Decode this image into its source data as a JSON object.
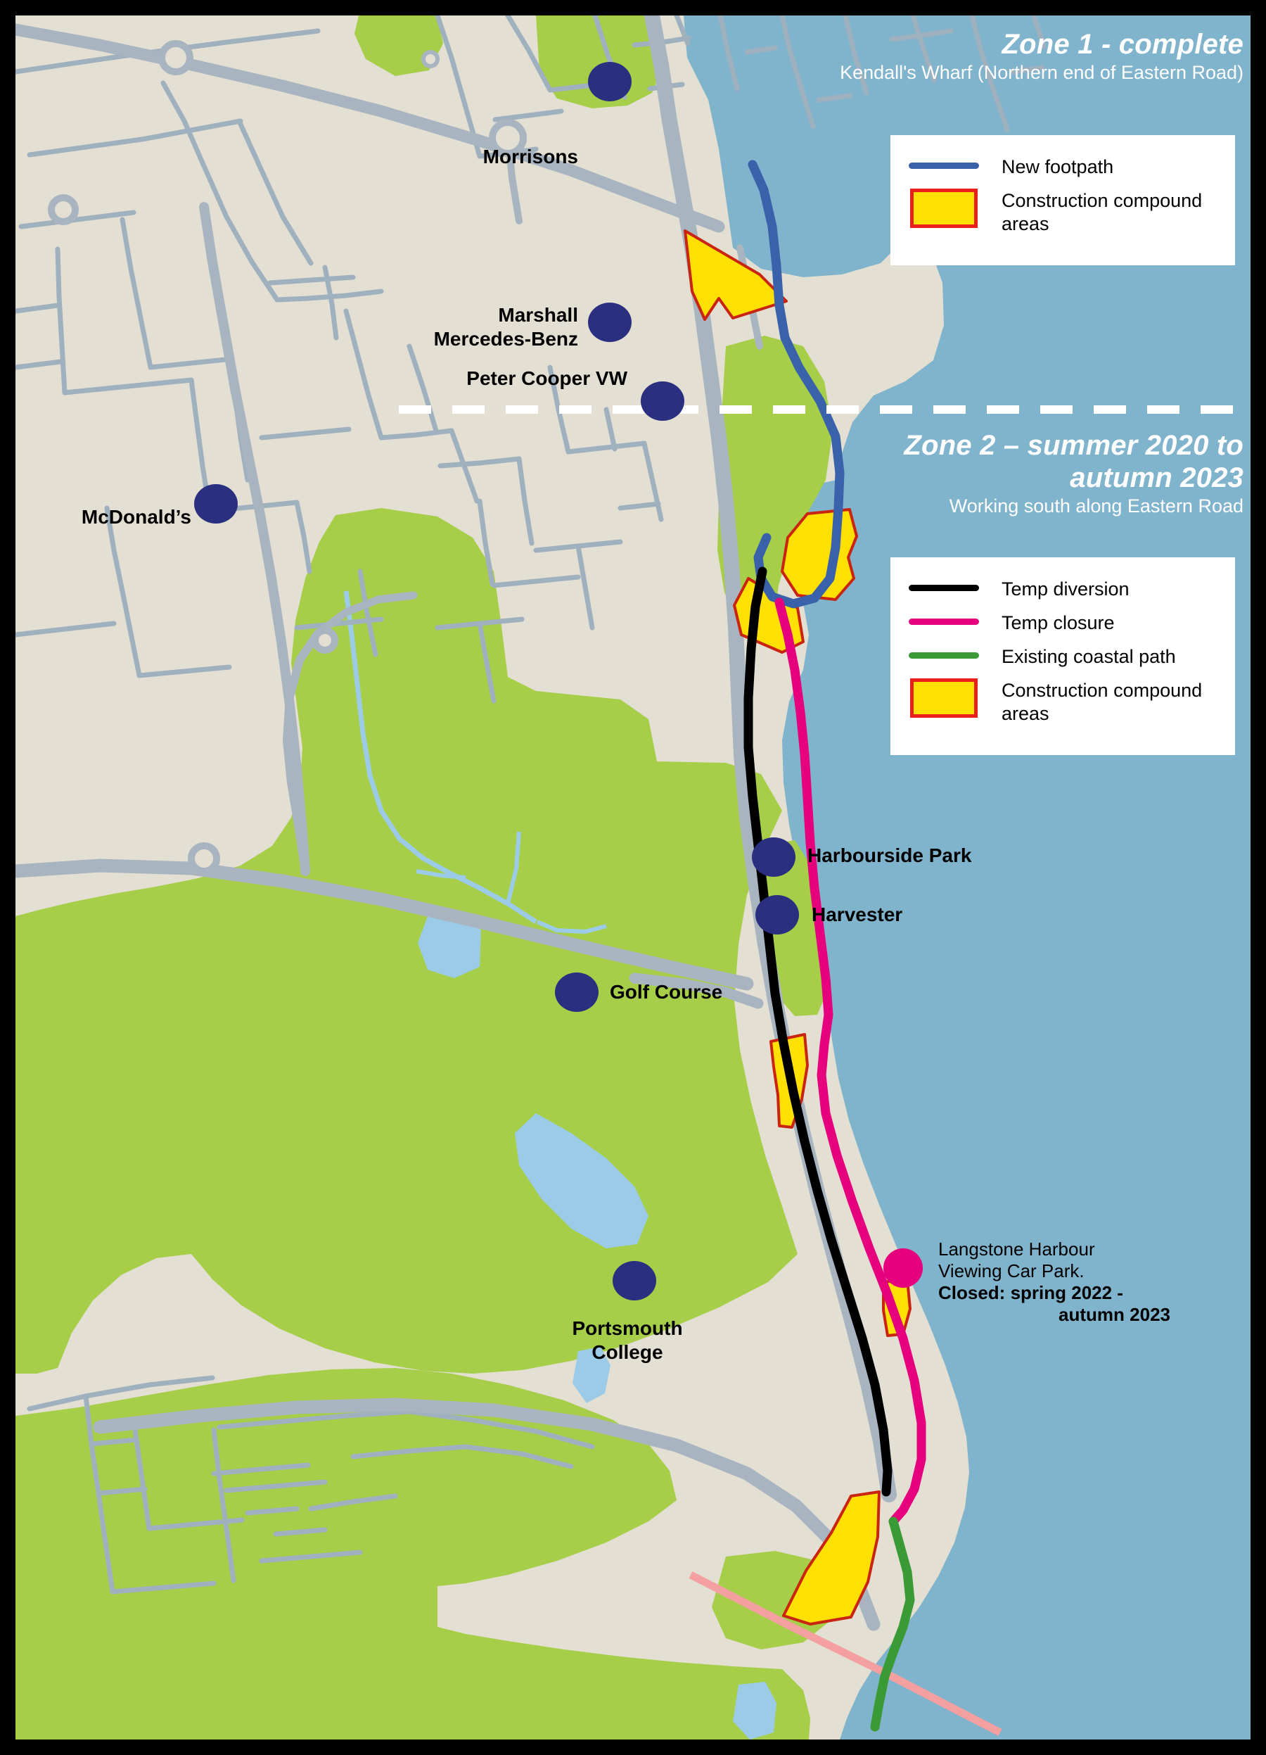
{
  "zone1": {
    "title": "Zone 1 - complete",
    "subtitle": "Kendall's Wharf (Northern end of Eastern Road)"
  },
  "zone2": {
    "title_line1": "Zone 2 – summer 2020 to",
    "title_line2": "autumn 2023",
    "subtitle": "Working south along Eastern Road"
  },
  "legend1": {
    "items": [
      {
        "label": "New footpath",
        "style": "line",
        "color": "#3a62ab"
      },
      {
        "label": "Construction compound areas",
        "style": "box",
        "fill": "#ffe000",
        "stroke": "#e8201a"
      }
    ]
  },
  "legend2": {
    "items": [
      {
        "label": "Temp diversion",
        "style": "line",
        "color": "#000000"
      },
      {
        "label": "Temp closure",
        "style": "line",
        "color": "#e6007e"
      },
      {
        "label": "Existing coastal path",
        "style": "line",
        "color": "#3a9a35"
      },
      {
        "label": "Construction compound areas",
        "style": "box",
        "fill": "#ffe000",
        "stroke": "#e8201a"
      }
    ]
  },
  "places": [
    {
      "name": "Morrisons",
      "label": "Morrisons"
    },
    {
      "name": "Peter Cooper VW",
      "label": "Peter Cooper VW"
    },
    {
      "name": "Marshall Mercedes-Benz",
      "label_line1": "Marshall",
      "label_line2": "Mercedes-Benz"
    },
    {
      "name": "McDonald's",
      "label": "McDonald’s"
    },
    {
      "name": "Harbourside Park",
      "label": "Harbourside Park"
    },
    {
      "name": "Harvester",
      "label": "Harvester"
    },
    {
      "name": "Golf Course",
      "label": "Golf Course"
    },
    {
      "name": "Portsmouth College",
      "label_line1": "Portsmouth",
      "label_line2": "College"
    }
  ],
  "carpark_note": {
    "line1": "Langstone Harbour",
    "line2": "Viewing Car Park.",
    "line3": "Closed: spring 2022 -",
    "line4": "autumn 2023"
  },
  "colors": {
    "water": "#80b3cc",
    "land": "#e3dfd2",
    "green": "#a6ce49",
    "road": "#a8b4c0",
    "minor_road": "#9fb0be",
    "stream": "#9ccbe8",
    "marker": "#2a2f7f",
    "compound_fill": "#ffe000",
    "compound_stroke": "#e8201a",
    "footpath": "#3a62ab",
    "temp_diversion": "#000000",
    "temp_closure": "#e6007e",
    "coastal_path": "#3a9a35",
    "pink_line": "#f4a0a0",
    "border": "#000000",
    "heading_text": "#ffffff"
  }
}
